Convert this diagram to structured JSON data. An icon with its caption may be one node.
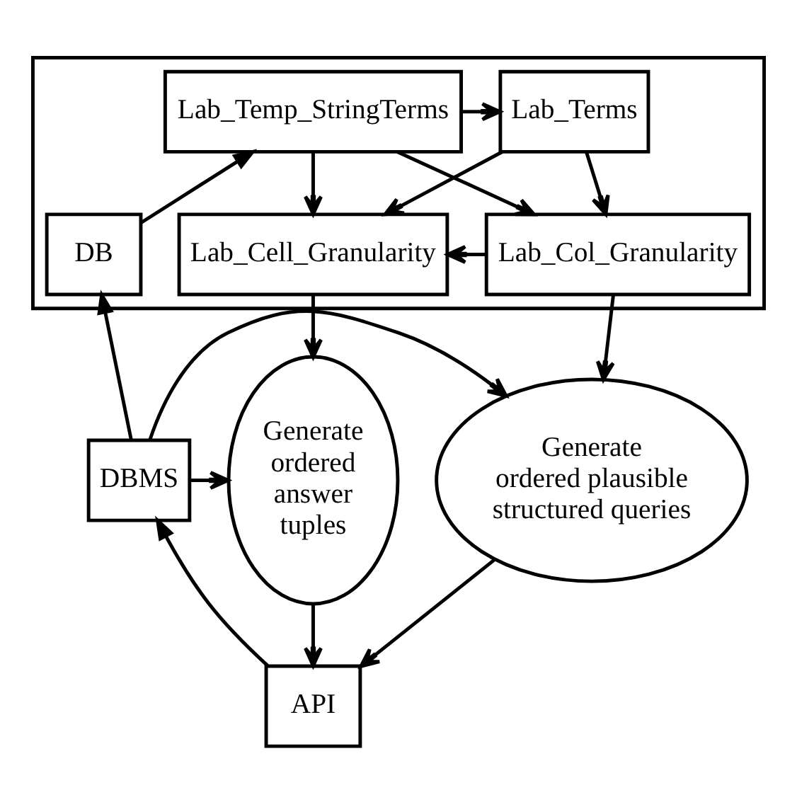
{
  "diagram": {
    "nodes": [
      {
        "text": [],
        "shape": "box"
      },
      {
        "text": [
          "Lab_Temp_StringTerms"
        ],
        "in": 0
      },
      {
        "text": [
          "Lab_Terms"
        ],
        "in": 0
      },
      {
        "text": [
          "DB"
        ],
        "in": 0
      },
      {
        "text": [
          "Lab_Col_Granularity"
        ],
        "in": 0
      },
      {
        "text": [
          "Lab_Cell_Granularity"
        ],
        "in": 0
      },
      {
        "text": [
          "Generate ordered plausible structured queries"
        ]
      },
      {
        "text": [
          "DBMS"
        ]
      },
      {
        "text": [
          "Generate ordered answer tuples"
        ]
      },
      {
        "text": [
          "API"
        ]
      }
    ],
    "edges": [
      {
        "from": 1,
        "to": 2,
        "arrow": "to"
      },
      {
        "from": 1,
        "to": 4,
        "arrow": "to"
      },
      {
        "from": 1,
        "to": 5,
        "arrow": "to"
      },
      {
        "from": 2,
        "to": 4,
        "arrow": "to"
      },
      {
        "from": 2,
        "to": 5,
        "arrow": "to"
      },
      {
        "from": 3,
        "to": 1,
        "arrow": "to"
      },
      {
        "from": 4,
        "to": 5,
        "arrow": "to"
      },
      {
        "from": 4,
        "to": 6,
        "arrow": "to"
      },
      {
        "from": 5,
        "to": 8,
        "arrow": "to"
      },
      {
        "from": 7,
        "to": 3,
        "arrow": "to"
      },
      {
        "from": 7,
        "to": 6,
        "arrow": "to"
      },
      {
        "from": 7,
        "to": 8,
        "arrow": "to"
      },
      {
        "from": 6,
        "to": 9,
        "arrow": "to"
      },
      {
        "from": 8,
        "to": 9,
        "arrow": "to"
      },
      {
        "from": 9,
        "to": 7,
        "arrow": "to"
      }
    ]
  }
}
